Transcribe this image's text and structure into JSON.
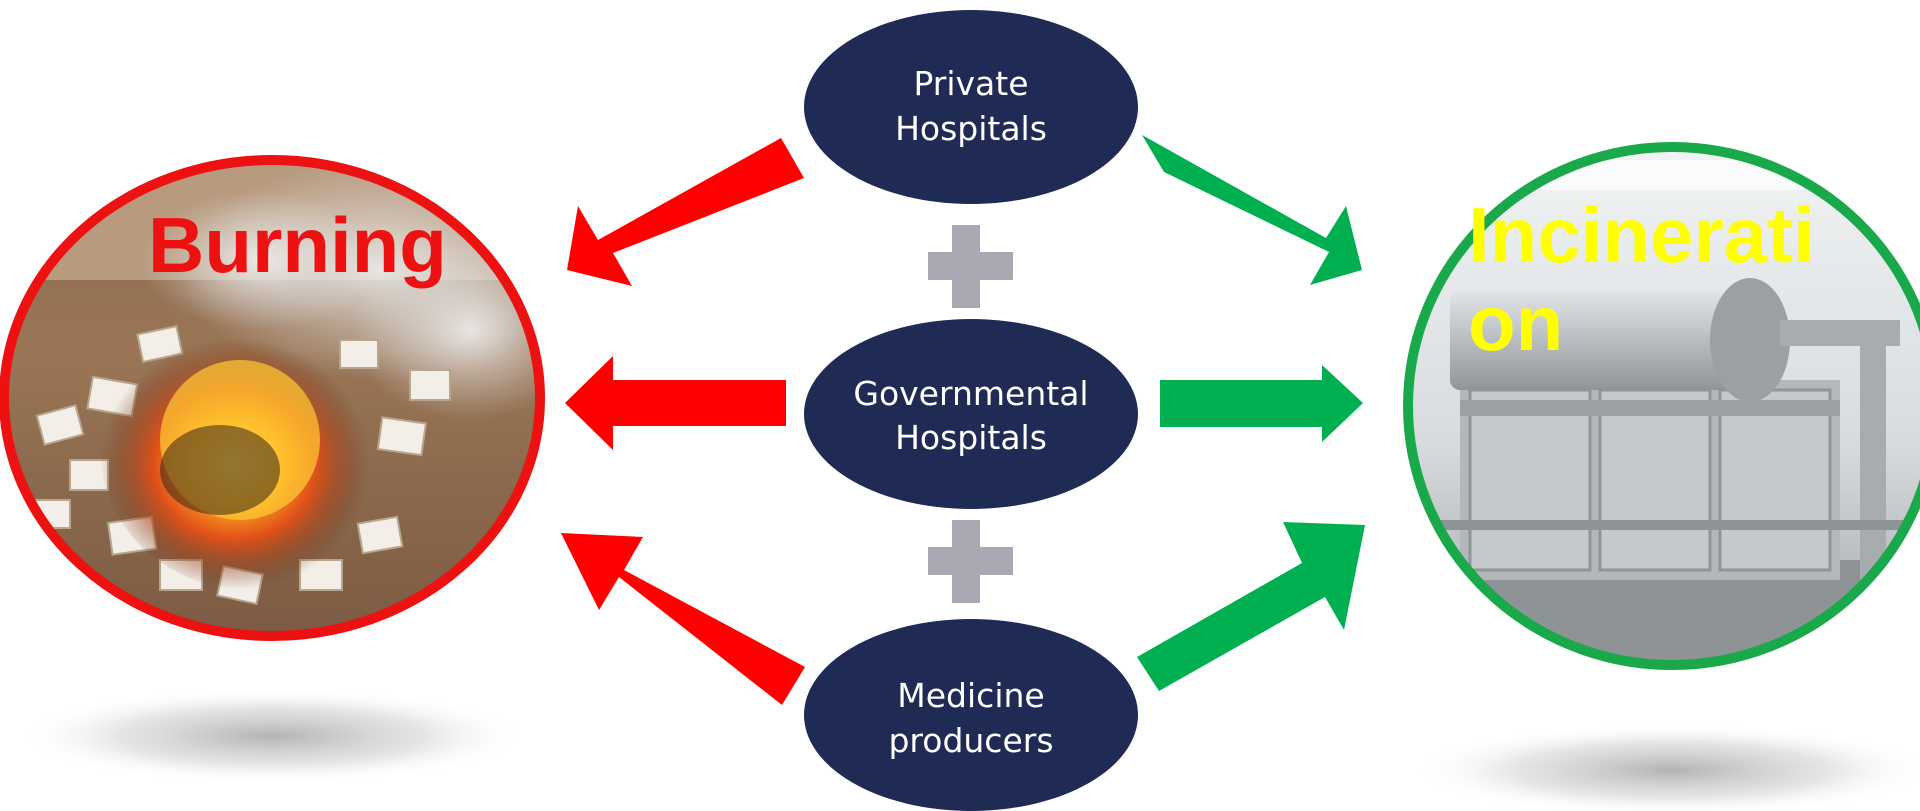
{
  "left": {
    "label": "Burning",
    "label_color": "#ee1111",
    "border_color": "#ee1111",
    "image_description_icon": "fire-pile-image"
  },
  "right": {
    "label_line1": "Incinerati",
    "label_line2": "on",
    "label_color": "#ffff00",
    "border_color": "#19a94a",
    "image_description_icon": "incinerator-image"
  },
  "nodes": [
    {
      "line1": "Private",
      "line2": "Hospitals"
    },
    {
      "line1": "Governmental",
      "line2": "Hospitals"
    },
    {
      "line1": "Medicine",
      "line2": "producers"
    }
  ],
  "colors": {
    "node_fill": "#1f2a55",
    "plus": "#a9a9b3",
    "arrow_left": "#ff0000",
    "arrow_right": "#00b050"
  }
}
